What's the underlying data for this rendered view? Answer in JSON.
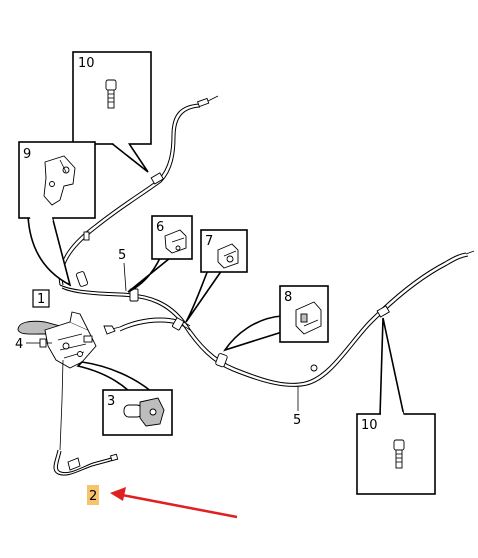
{
  "callouts": [
    {
      "id": "c10a",
      "label": "10",
      "part": "bolt"
    },
    {
      "id": "c9",
      "label": "9",
      "part": "bracket"
    },
    {
      "id": "c6",
      "label": "6",
      "part": "clip"
    },
    {
      "id": "c7",
      "label": "7",
      "part": "clip"
    },
    {
      "id": "c8",
      "label": "8",
      "part": "clip"
    },
    {
      "id": "c1",
      "label": "1",
      "part": "lever-assembly"
    },
    {
      "id": "c4",
      "label": "4",
      "part": "screw"
    },
    {
      "id": "c3",
      "label": "3",
      "part": "switch"
    },
    {
      "id": "c10b",
      "label": "10",
      "part": "bolt"
    },
    {
      "id": "c5a",
      "label": "5",
      "part": "cable"
    },
    {
      "id": "c5b",
      "label": "5",
      "part": "cable"
    },
    {
      "id": "c2",
      "label": "2",
      "part": "cable"
    }
  ],
  "colors": {
    "line": "#000000",
    "highlight": "#f7c46c",
    "arrow": "#e02020",
    "fill": "#ffffff"
  }
}
